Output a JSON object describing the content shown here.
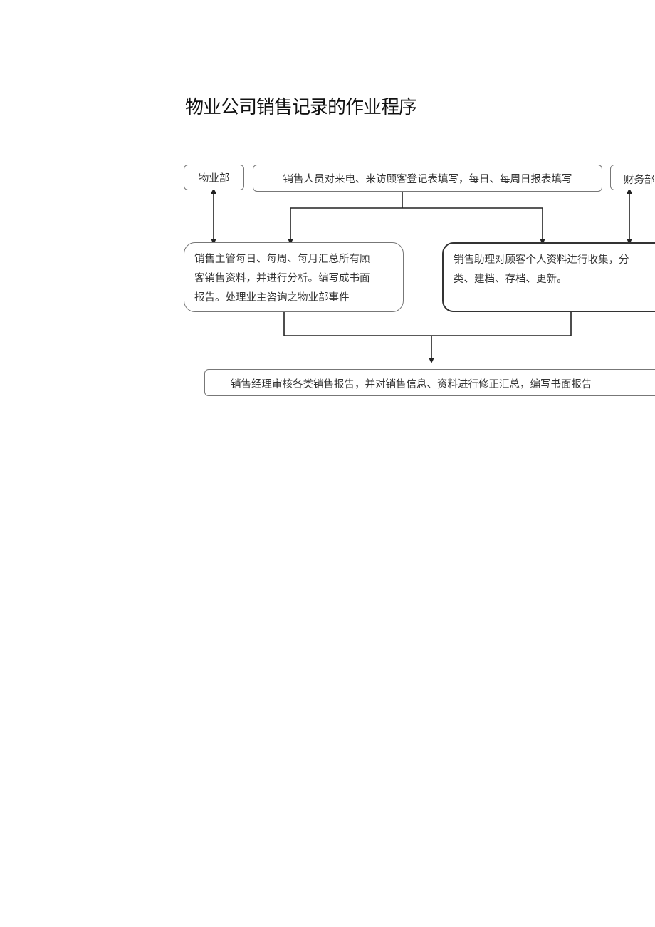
{
  "title": "物业公司销售记录的作业程序",
  "nodes": {
    "property_dept": "物业部",
    "sales_staff": "销售人员对来电、来访顾客登记表填写，每日、每周日报表填写",
    "finance_dept": "财务部",
    "sales_supervisor": [
      "销售主管每日、每周、每月汇总所有顾",
      "客销售资料，并进行分析。编写成书面",
      "报告。处理业主咨询之物业部事件"
    ],
    "sales_assistant": [
      "销售助理对顾客个人资料进行收集，分",
      "类、建档、存档、更新。"
    ],
    "sales_manager": "销售经理审核各类销售报告，并对销售信息、资料进行修正汇总，编写书面报告"
  }
}
